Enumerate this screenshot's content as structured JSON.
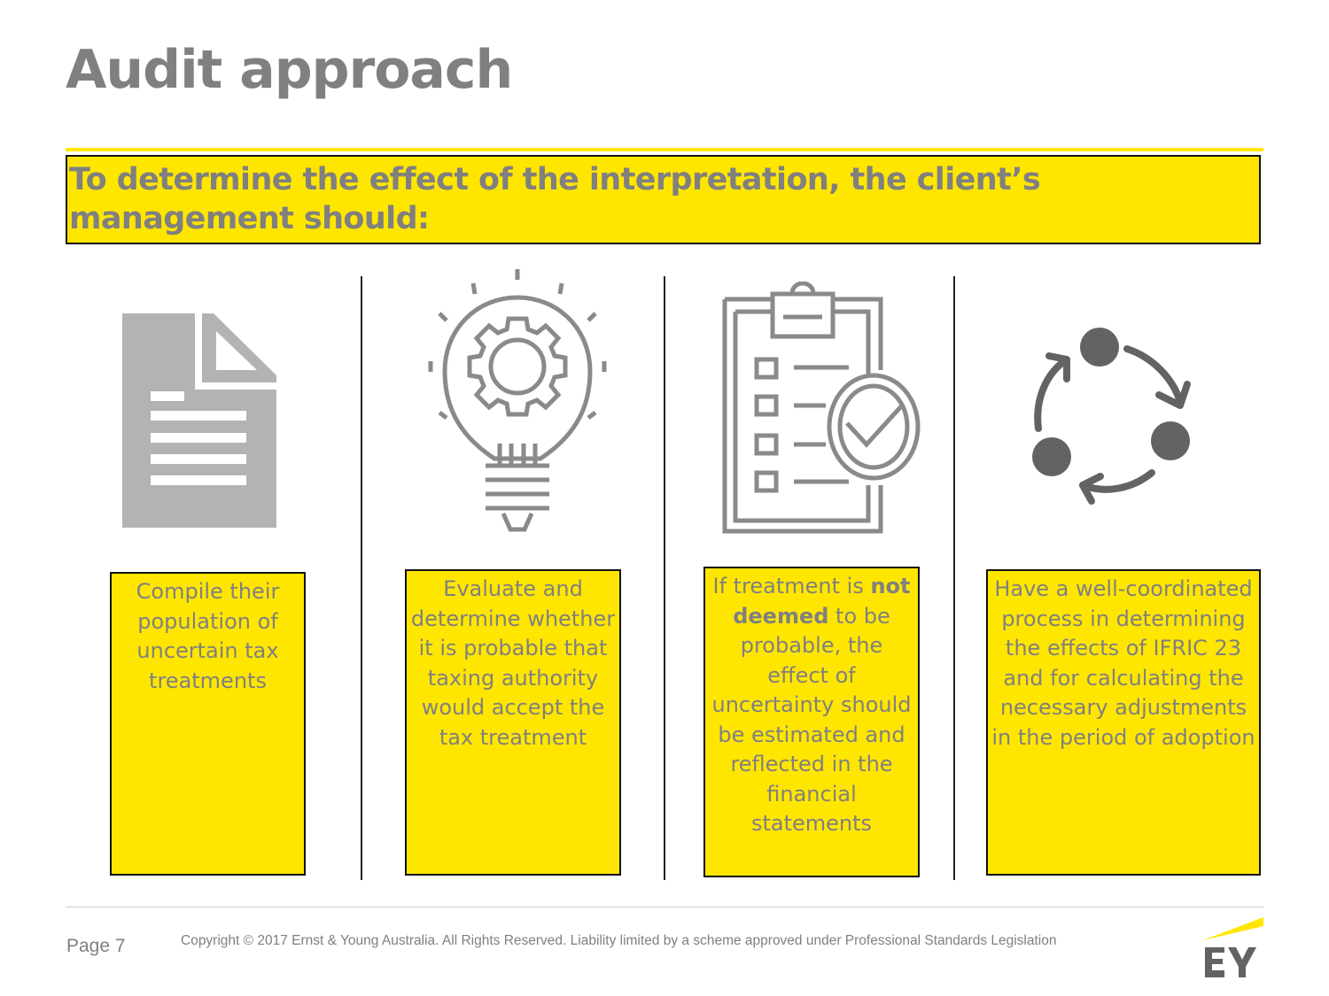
{
  "slide": {
    "title": "Audit approach",
    "banner": "To determine the effect of the interpretation, the client’s management should:"
  },
  "steps": [
    {
      "icon": "document-icon",
      "text": "Compile their population of uncertain tax treatments"
    },
    {
      "icon": "lightbulb-gear-icon",
      "text": "Evaluate and determine whether it is probable that taxing authority would accept the tax treatment"
    },
    {
      "icon": "clipboard-check-icon",
      "text_before": "If treatment is ",
      "text_bold": "not deemed",
      "text_after": " to be probable, the effect of uncertainty should be estimated and reflected in the financial statements"
    },
    {
      "icon": "cycle-process-icon",
      "text": "Have a well-coordinated process in determining the effects of IFRIC 23 and for calculating the necessary adjustments in the period of adoption"
    }
  ],
  "footer": {
    "page": "Page 7",
    "copyright": "Copyright © 2017 Ernst & Young Australia. All Rights Reserved. Liability limited by a scheme approved under Professional Standards Legislation",
    "logo_text": "EY"
  },
  "colors": {
    "accent": "#FFE600",
    "text_gray": "#808080",
    "icon_gray": "#8a8a8a"
  }
}
